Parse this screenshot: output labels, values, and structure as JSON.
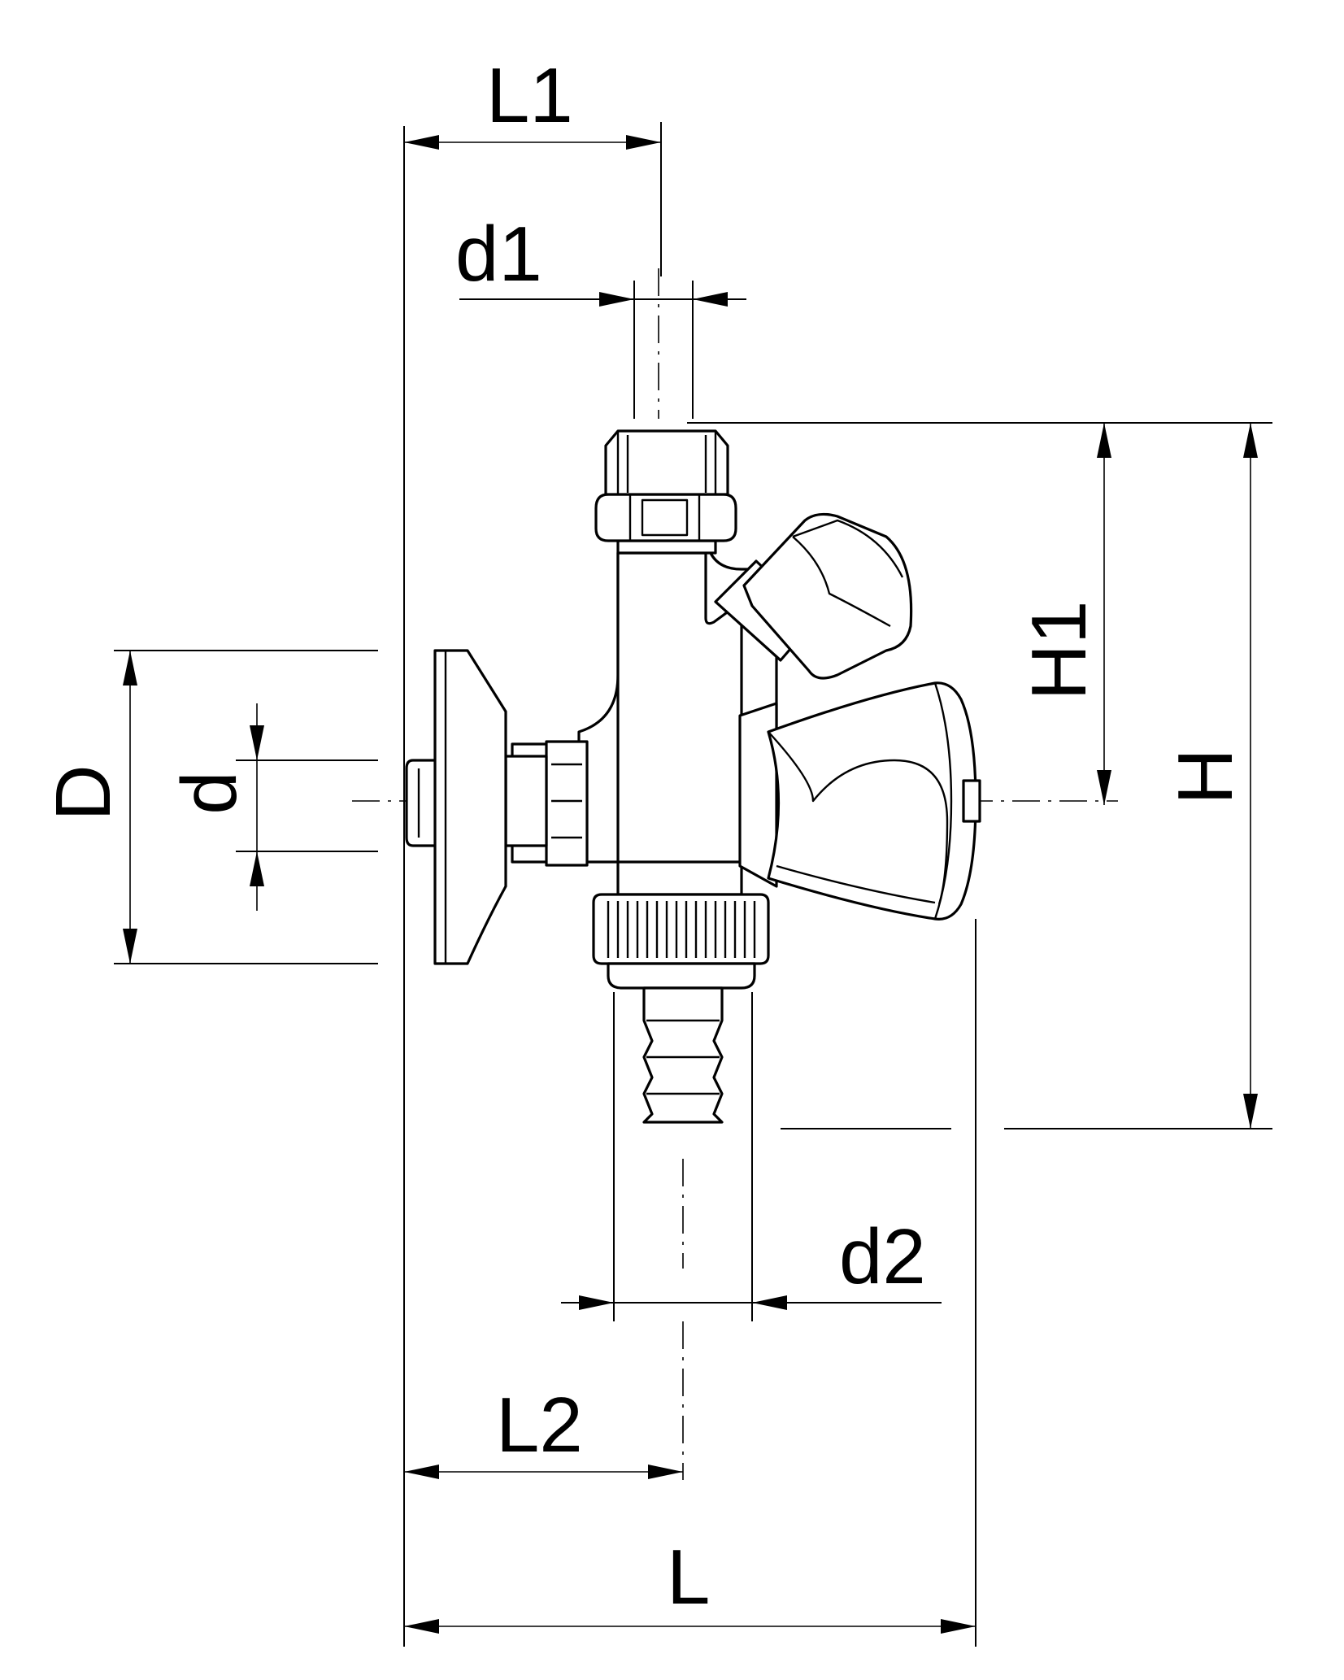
{
  "labels": {
    "L1": "L1",
    "d1": "d1",
    "H1": "H1",
    "H": "H",
    "D": "D",
    "d": "d",
    "d2": "d2",
    "L2": "L2",
    "L": "L"
  },
  "colors": {
    "line": "#000000",
    "background": "#ffffff"
  }
}
